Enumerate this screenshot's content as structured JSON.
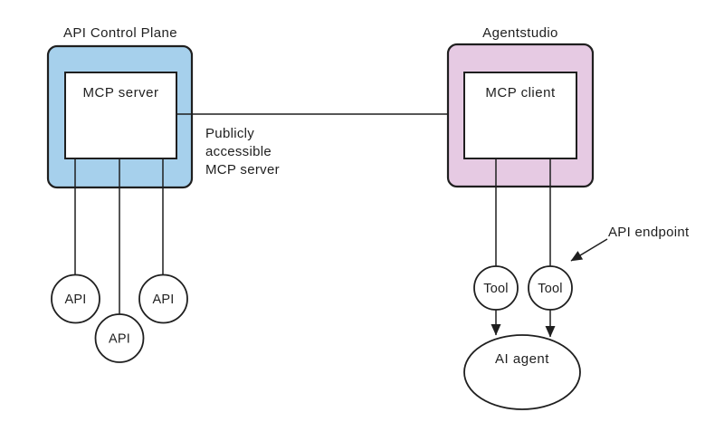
{
  "colors": {
    "stroke": "#1f1f1f",
    "left_group_fill": "#a6d0ec",
    "right_group_fill": "#e6cae3",
    "node_fill": "#ffffff"
  },
  "left_group": {
    "title": "API Control Plane",
    "inner_box_label": "MCP server",
    "nodes": [
      {
        "label": "API"
      },
      {
        "label": "API"
      },
      {
        "label": "API"
      }
    ]
  },
  "right_group": {
    "title": "Agentstudio",
    "inner_box_label": "MCP client",
    "nodes": [
      {
        "label": "Tool"
      },
      {
        "label": "Tool"
      }
    ]
  },
  "connection_label_lines": [
    "Publicly",
    "accessible",
    "MCP server"
  ],
  "annotation": {
    "label": "API endpoint"
  },
  "agent": {
    "label": "AI agent"
  }
}
